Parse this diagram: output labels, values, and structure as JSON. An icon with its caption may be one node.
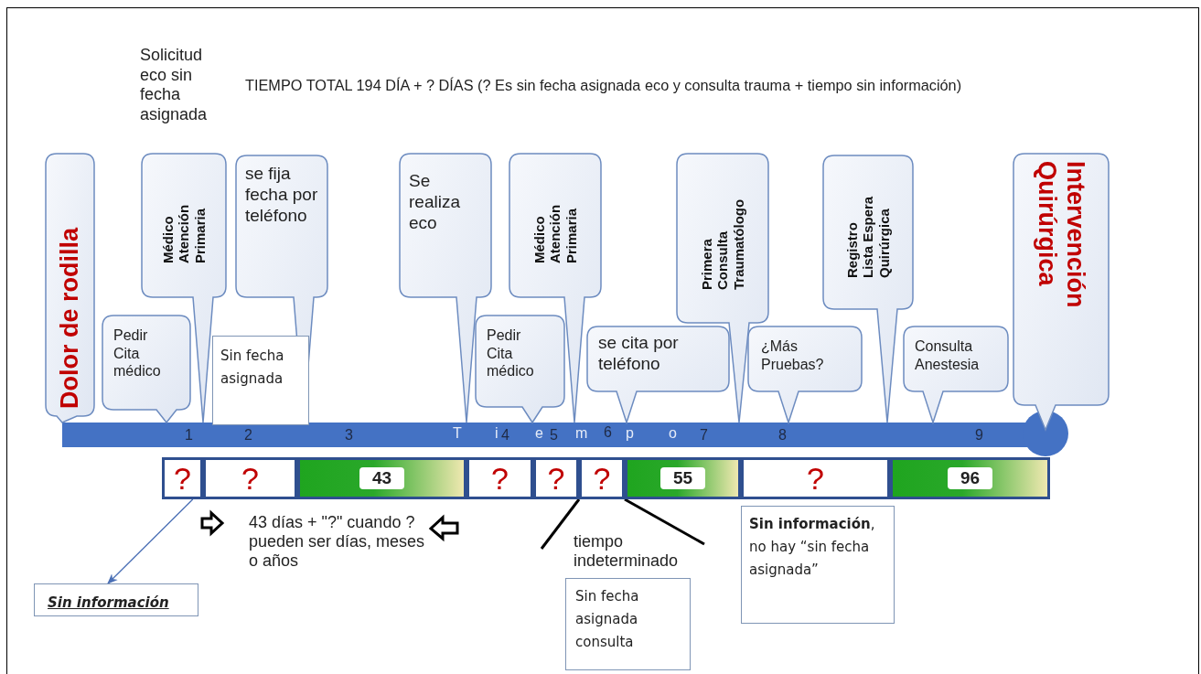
{
  "diagram": {
    "title": "TIEMPO TOTAL 194 DÍA + ? DÍAS (? Es sin fecha asignada eco y consulta trauma + tiempo sin información)",
    "nodes": [
      {
        "text": [
          "Dolor de rodilla"
        ]
      },
      {
        "text": [
          "Pedir Cita médico"
        ]
      },
      {
        "text": [
          "Médico Atención Primaria"
        ]
      },
      {
        "text": [
          "se fija fecha por teléfono"
        ]
      },
      {
        "text": [
          "Se realiza eco"
        ]
      },
      {
        "text": [
          "Pedir Cita médico"
        ]
      },
      {
        "text": [
          "Médico Atención Primaria"
        ]
      },
      {
        "text": [
          "se cita por teléfono"
        ]
      },
      {
        "text": [
          "Primera Consulta Traumatólogo"
        ]
      },
      {
        "text": [
          "¿Más Pruebas?"
        ]
      },
      {
        "text": [
          "Registro Lista Espera Quirúrgica"
        ]
      },
      {
        "text": [
          "Consulta Anestesia"
        ]
      },
      {
        "text": [
          "Intervención Quirúrgica"
        ]
      },
      {
        "text": [
          "Sin fecha asignada"
        ]
      },
      {
        "text": [
          "?"
        ]
      },
      {
        "text": [
          "?"
        ]
      },
      {
        "text": [
          "43"
        ]
      },
      {
        "text": [
          "?"
        ]
      },
      {
        "text": [
          "?"
        ]
      },
      {
        "text": [
          "?"
        ]
      },
      {
        "text": [
          "55"
        ]
      },
      {
        "text": [
          "?"
        ]
      },
      {
        "text": [
          "96"
        ]
      },
      {
        "text": [
          "Sin información"
        ]
      },
      {
        "text": [
          "Sin fecha asignada consulta"
        ]
      },
      {
        "text": [
          "**Sin información**, no hay “sin fecha asignada”"
        ]
      }
    ],
    "edges": [
      {
        "from": 14,
        "to": 23,
        "arrow": "to"
      }
    ],
    "labels": [
      "Solicitud eco sin fecha asignada",
      "1",
      "2",
      "3",
      "T",
      "i",
      "4",
      "e",
      "5",
      "m",
      "6",
      "p",
      "o",
      "7",
      "8",
      "9",
      "43 días + \"?\" cuando ? pueden ser días, meses o años",
      "tiempo indeterminado"
    ]
  }
}
